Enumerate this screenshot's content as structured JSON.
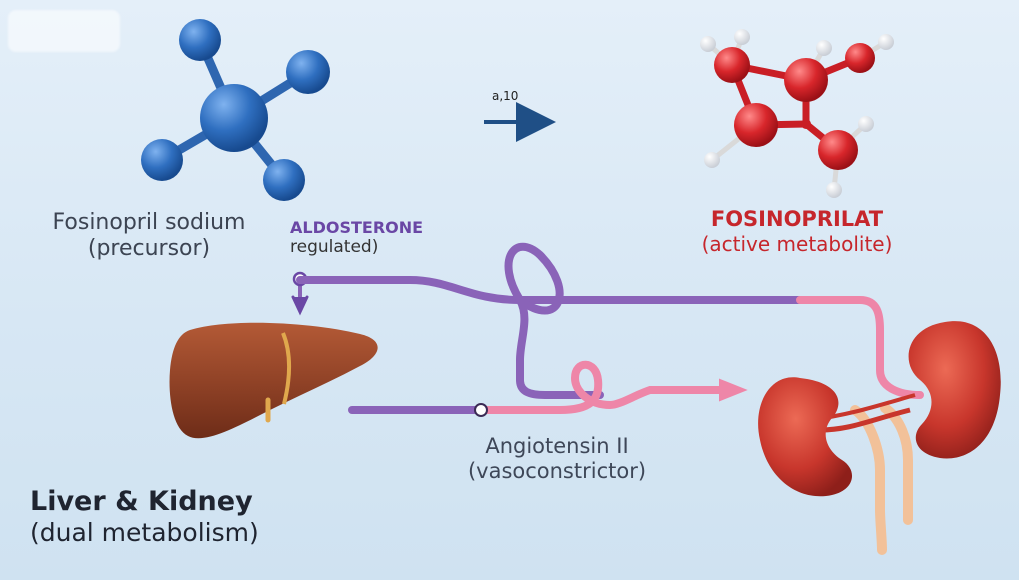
{
  "arrow_label": "a,10",
  "precursor": {
    "line1": "Fosinopril sodium",
    "line2": "(precursor)"
  },
  "aldosterone": {
    "line1": "ALDOSTERONE",
    "line2": "regulated)"
  },
  "metabolite": {
    "line1": "FOSINOPRILAT",
    "line2": "(active metabolite)"
  },
  "angiotensin": {
    "line1": "Angiotensin II",
    "line2": "(vasoconstrictor)"
  },
  "organs": {
    "line1": "Liver & Kidney",
    "line2": "(dual metabolism)"
  },
  "colors": {
    "blue_atom": "#2f6fc0",
    "red_atom": "#d8262b",
    "purple_path": "#8a63b8",
    "pink_path": "#ee86a8",
    "liver": "#8f3d24",
    "kidney": "#c8362c",
    "arrow": "#1f4f86"
  }
}
